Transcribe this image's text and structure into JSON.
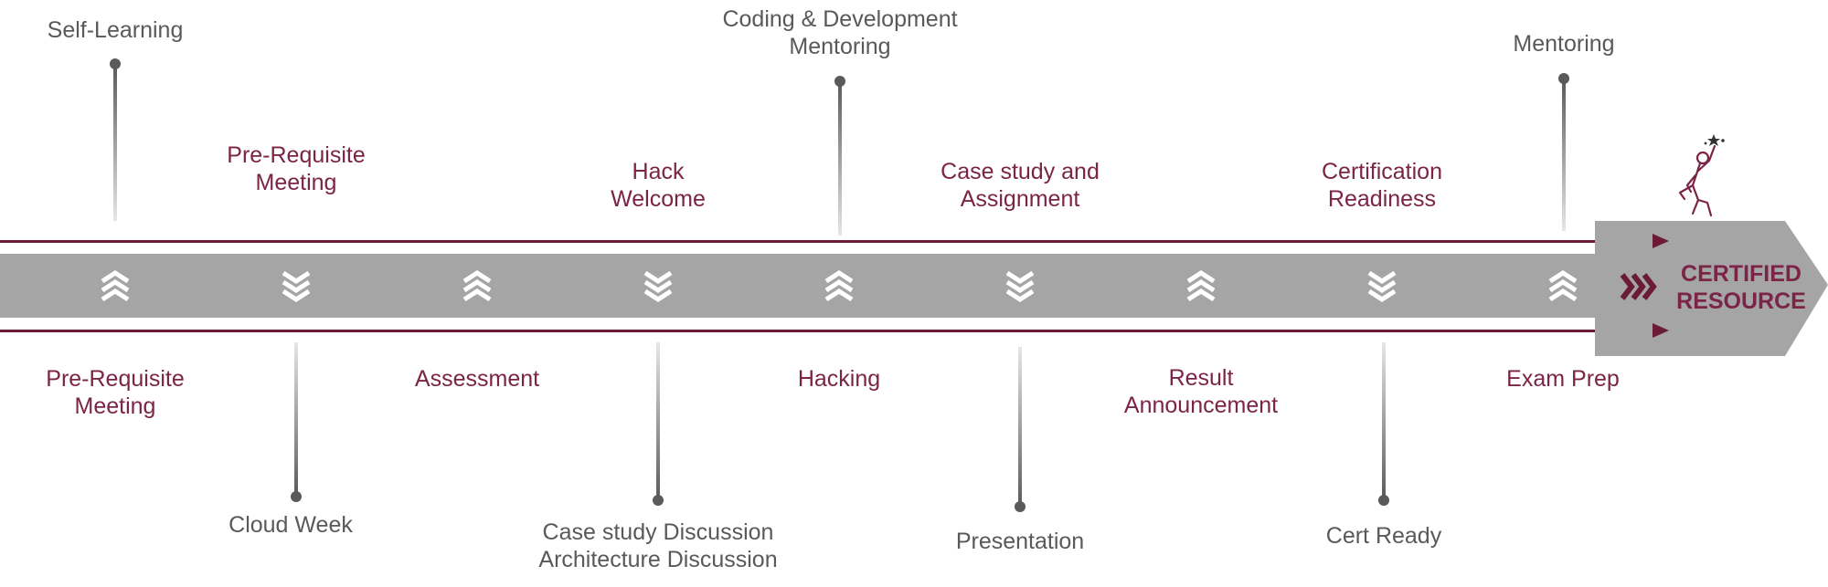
{
  "final": {
    "label": "CERTIFIED\nRESOURCE"
  },
  "milestones": [
    {
      "top_label": "Self-Learning",
      "bottom_label": "Pre-Requisite\nMeeting",
      "chevron": "up"
    },
    {
      "top_label": "Pre-Requisite\nMeeting",
      "bottom_label": "Cloud Week",
      "chevron": "down"
    },
    {
      "top_label": "",
      "bottom_label": "Assessment",
      "chevron": "up"
    },
    {
      "top_label": "Hack\nWelcome",
      "bottom_label": "Case study Discussion\nArchitecture Discussion",
      "chevron": "down"
    },
    {
      "top_label": "Coding & Development\nMentoring",
      "bottom_label": "Hacking",
      "chevron": "up"
    },
    {
      "top_label": "Case study and\nAssignment",
      "bottom_label": "Presentation",
      "chevron": "down"
    },
    {
      "top_label": "",
      "bottom_label": "Result\nAnnouncement",
      "chevron": "up"
    },
    {
      "top_label": "Certification\nReadiness",
      "bottom_label": "Cert Ready",
      "chevron": "down"
    },
    {
      "top_label": "Mentoring",
      "bottom_label": "Exam Prep",
      "chevron": "up"
    }
  ],
  "colors": {
    "accent": "#7b2446",
    "band": "#a5a5a5",
    "text_gray": "#595959",
    "arrow": "#6b1a38"
  },
  "icons": [
    "double-chevron-up-icon",
    "double-chevron-down-icon",
    "triple-chevron-right-icon",
    "celebrating-person-icon"
  ]
}
